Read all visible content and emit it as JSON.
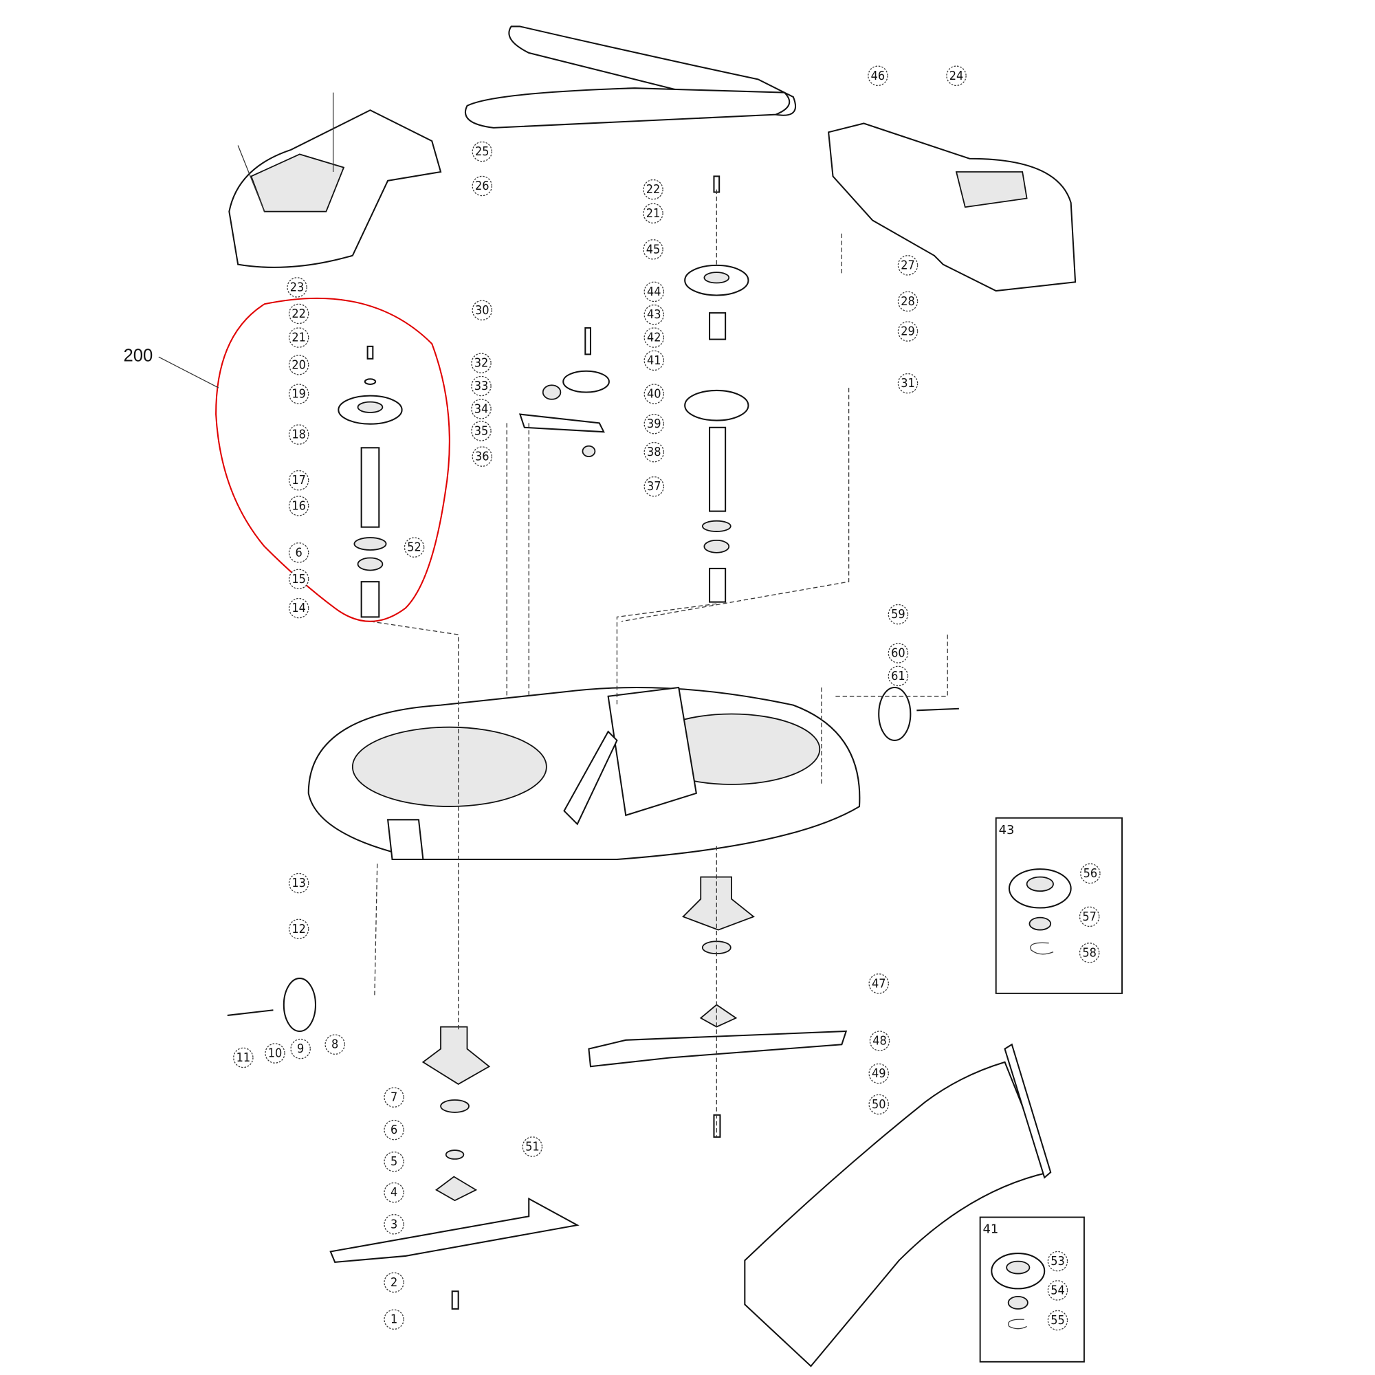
{
  "diagram": {
    "assembly_label": "200",
    "callouts": [
      "25",
      "26",
      "23",
      "22",
      "21",
      "20",
      "19",
      "18",
      "17",
      "16",
      "52",
      "6",
      "15",
      "14",
      "30",
      "32",
      "33",
      "34",
      "35",
      "36",
      "44",
      "43",
      "42",
      "41",
      "40",
      "39",
      "38",
      "37",
      "22",
      "21",
      "45",
      "46",
      "24",
      "27",
      "28",
      "29",
      "31",
      "59",
      "60",
      "61",
      "13",
      "12",
      "11",
      "10",
      "9",
      "8",
      "7",
      "6",
      "5",
      "51",
      "4",
      "3",
      "2",
      "1",
      "47",
      "48",
      "49",
      "50"
    ],
    "inset_43": {
      "title": "43",
      "callouts": [
        "56",
        "57",
        "58"
      ]
    },
    "inset_41": {
      "title": "41",
      "callouts": [
        "53",
        "54",
        "55"
      ]
    },
    "colors": {
      "highlight": "#e00000",
      "line": "#111111"
    }
  }
}
